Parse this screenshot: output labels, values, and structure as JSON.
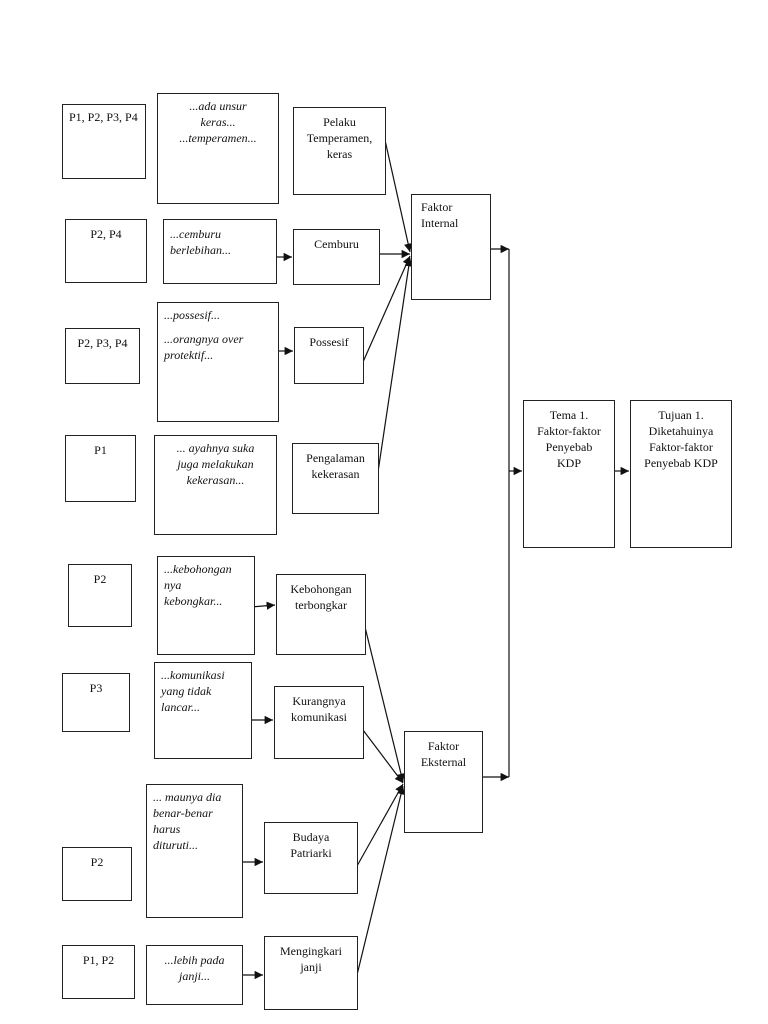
{
  "participants": [
    "P1, P2, P3, P4",
    "P2, P4",
    "P2, P3, P4",
    "P1",
    "P2",
    "P3",
    "P2",
    "P1, P2"
  ],
  "quotes": [
    [
      "...ada unsur",
      "keras...",
      "...temperamen..."
    ],
    [
      "...cemburu",
      "berlebihan..."
    ],
    [
      "...possesif...",
      "",
      "...orangnya over",
      "protektif..."
    ],
    [
      "... ayahnya suka",
      "juga melakukan",
      "kekerasan..."
    ],
    [
      "...kebohongan",
      "nya",
      "kebongkar..."
    ],
    [
      "...komunikasi",
      "yang tidak",
      "lancar..."
    ],
    [
      "... maunya dia",
      "benar-benar",
      "harus",
      "dituruti..."
    ],
    [
      "...lebih pada",
      "janji..."
    ]
  ],
  "categories": [
    [
      "Pelaku",
      "Temperamen,",
      "keras"
    ],
    [
      "Cemburu"
    ],
    [
      "Possesif"
    ],
    [
      "Pengalaman",
      "kekerasan"
    ],
    [
      "Kebohongan",
      "terbongkar"
    ],
    [
      "Kurangnya",
      "komunikasi"
    ],
    [
      "Budaya",
      "Patriarki"
    ],
    [
      "Mengingkari",
      "janji"
    ]
  ],
  "factors": {
    "internal": [
      "Faktor",
      "Internal"
    ],
    "external": [
      "Faktor",
      "Eksternal"
    ]
  },
  "theme": [
    "Tema 1.",
    "Faktor-faktor",
    "Penyebab",
    "KDP"
  ],
  "goal": [
    "Tujuan 1.",
    "Diketahuinya",
    "Faktor-faktor",
    "Penyebab KDP"
  ]
}
